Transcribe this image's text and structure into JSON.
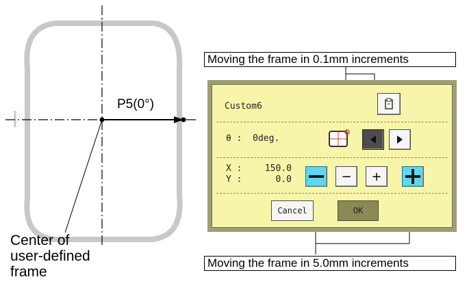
{
  "diagram": {
    "direction_label": "P5(0°)",
    "center_label": "Center of\nuser-defined\nframe",
    "callout_top": "Moving the frame in 0.1mm increments",
    "callout_bottom": "Moving the frame in 5.0mm increments"
  },
  "panel": {
    "title": "Custom6",
    "angle_label": "θ :  0deg.",
    "x_label": "X :",
    "x_value": "150.0",
    "y_label": "Y :",
    "y_value": "0.0",
    "cancel_label": "Cancel",
    "ok_label": "OK",
    "plus_label": "+",
    "minus_label": "−"
  },
  "colors": {
    "panel_background": "#f7f5a9",
    "panel_border": "#9e9e74",
    "blue_button": "#5fd6ee",
    "ok_button": "#8a8a55"
  },
  "icons": {
    "frame_settings": "frame-settings-icon",
    "frame_preview": "frame-preview-icon",
    "rotate_left": "triangle-left-icon",
    "rotate_right": "triangle-right-icon"
  }
}
